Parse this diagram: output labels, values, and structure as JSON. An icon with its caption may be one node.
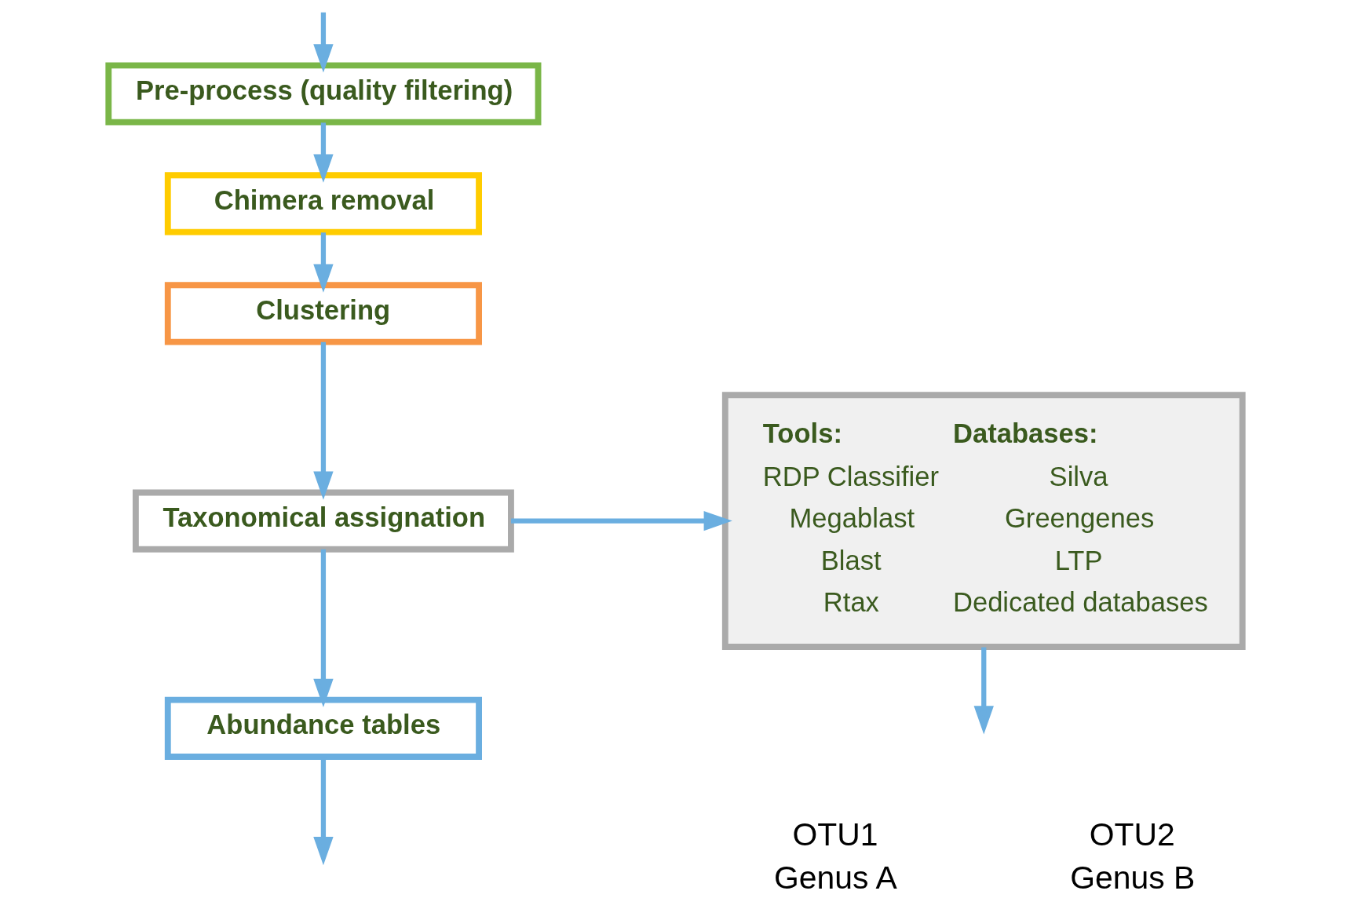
{
  "diagram": {
    "nodes": [
      {
        "text": [
          "Pre-process (quality filtering)"
        ]
      },
      {
        "text": [
          "Chimera removal"
        ]
      },
      {
        "text": [
          "Clustering"
        ]
      },
      {
        "text": [
          "Taxonomical assignation"
        ]
      },
      {
        "text": [
          "Abundance tables"
        ]
      },
      {
        "text": [
          "Tools:",
          "RDP Classifier",
          "Megablast",
          "Blast",
          "Rtax",
          "Databases:",
          "Silva",
          "Greengenes",
          "LTP",
          "Dedicated databases"
        ]
      },
      {
        "text": [
          "OTU1"
        ],
        "beside": [
          "Genus A"
        ]
      },
      {
        "text": [
          "OTU2"
        ],
        "beside": [
          "Genus B"
        ]
      }
    ],
    "edges": [
      {
        "from": null,
        "to": 0,
        "arrow": "to"
      },
      {
        "from": 0,
        "to": 1,
        "arrow": "to"
      },
      {
        "from": 1,
        "to": 2,
        "arrow": "to"
      },
      {
        "from": 2,
        "to": 3,
        "arrow": "to"
      },
      {
        "from": 3,
        "to": 4,
        "arrow": "to"
      },
      {
        "from": 4,
        "to": null,
        "arrow": "to"
      },
      {
        "from": 3,
        "to": 5,
        "arrow": "to"
      },
      {
        "from": 5,
        "to": null,
        "arrow": "to"
      }
    ]
  }
}
